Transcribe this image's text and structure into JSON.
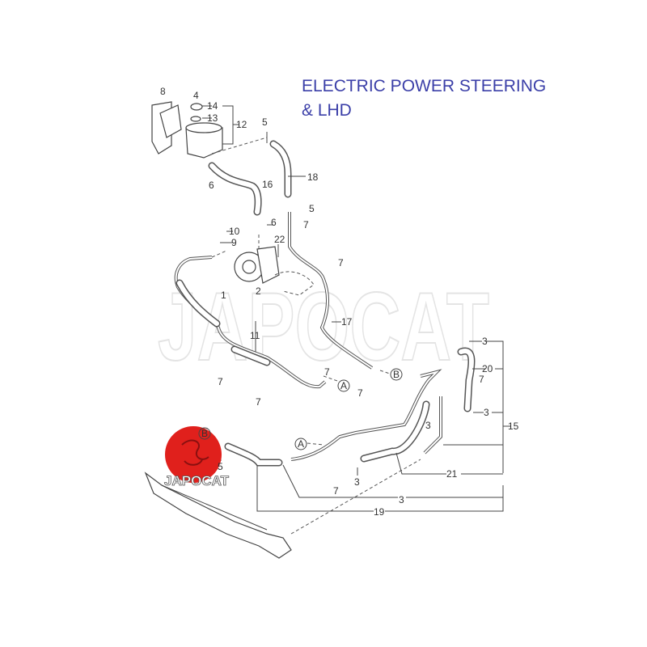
{
  "title": {
    "line1": "ELECTRIC POWER STEERING",
    "line2": "& LHD"
  },
  "watermark": "JAPOCAT",
  "logo": {
    "text": "JAPOCAT",
    "color": "#e0201c"
  },
  "labels": [
    "8",
    "4",
    "14",
    "13",
    "12",
    "5",
    "6",
    "16",
    "18",
    "5",
    "6",
    "10",
    "9",
    "7",
    "22",
    "7",
    "2",
    "1",
    "11",
    "17",
    "7",
    "7",
    "A",
    "7",
    "7",
    "B",
    "3",
    "20",
    "7",
    "3",
    "15",
    "3",
    "B",
    "5",
    "A",
    "3",
    "7",
    "21",
    "3",
    "19"
  ]
}
